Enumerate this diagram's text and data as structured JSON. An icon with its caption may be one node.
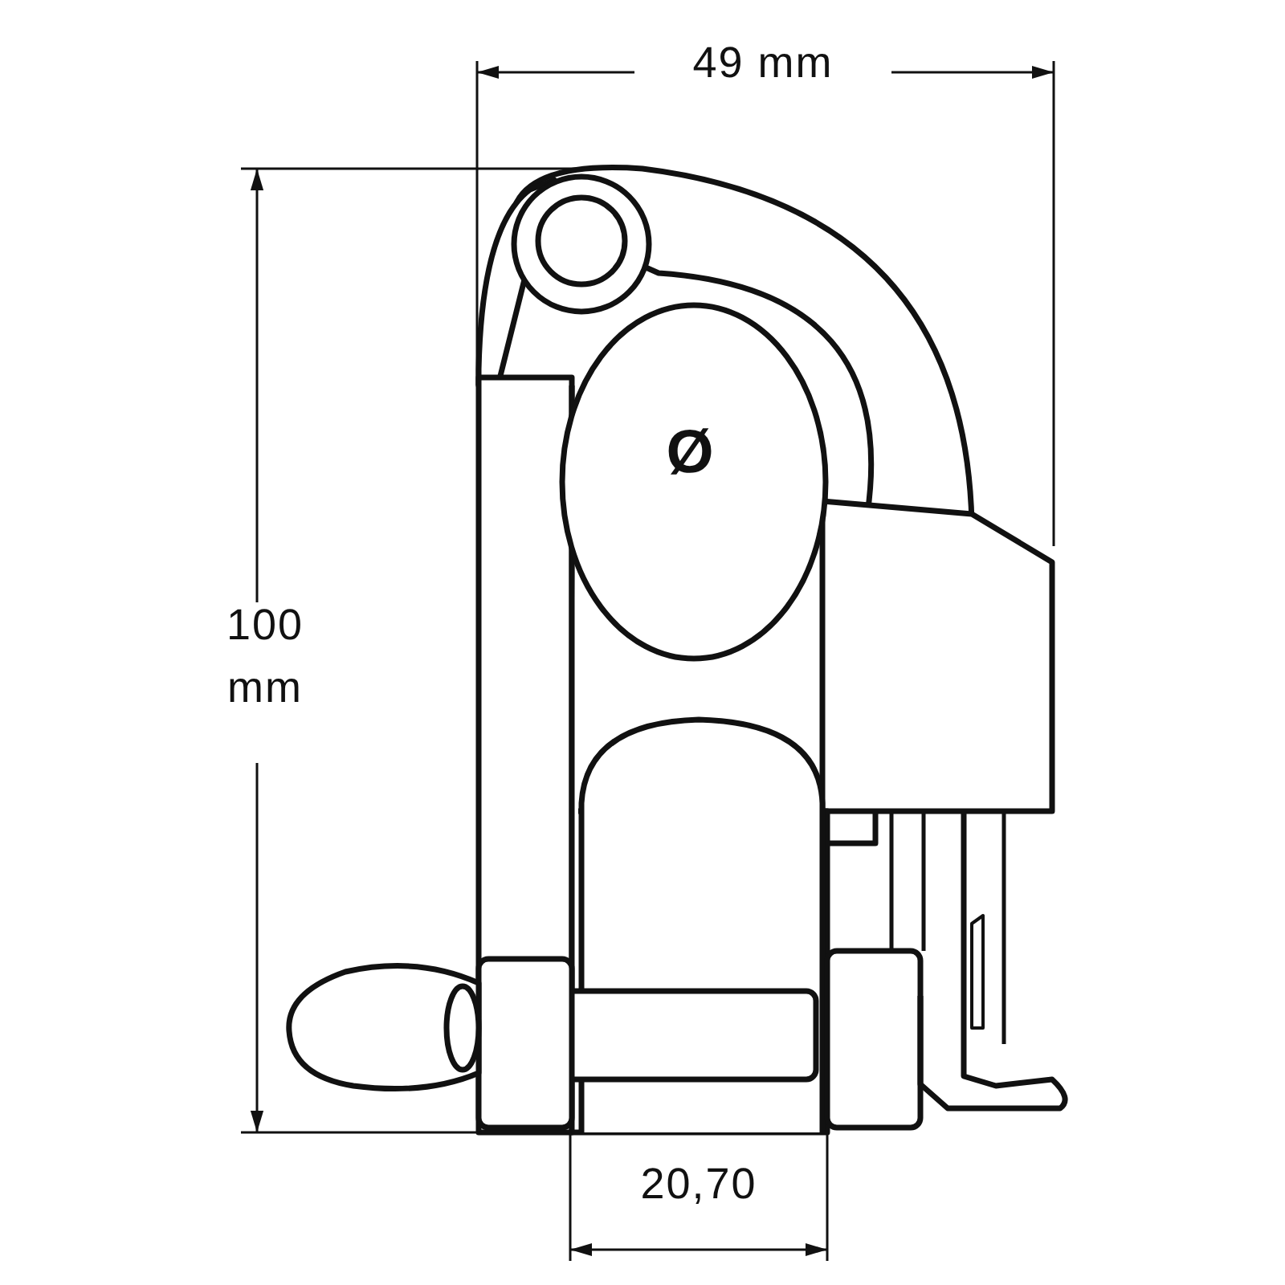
{
  "diagram": {
    "labels": [
      "49 mm",
      "Ø",
      "100 mm",
      "20,70"
    ]
  }
}
